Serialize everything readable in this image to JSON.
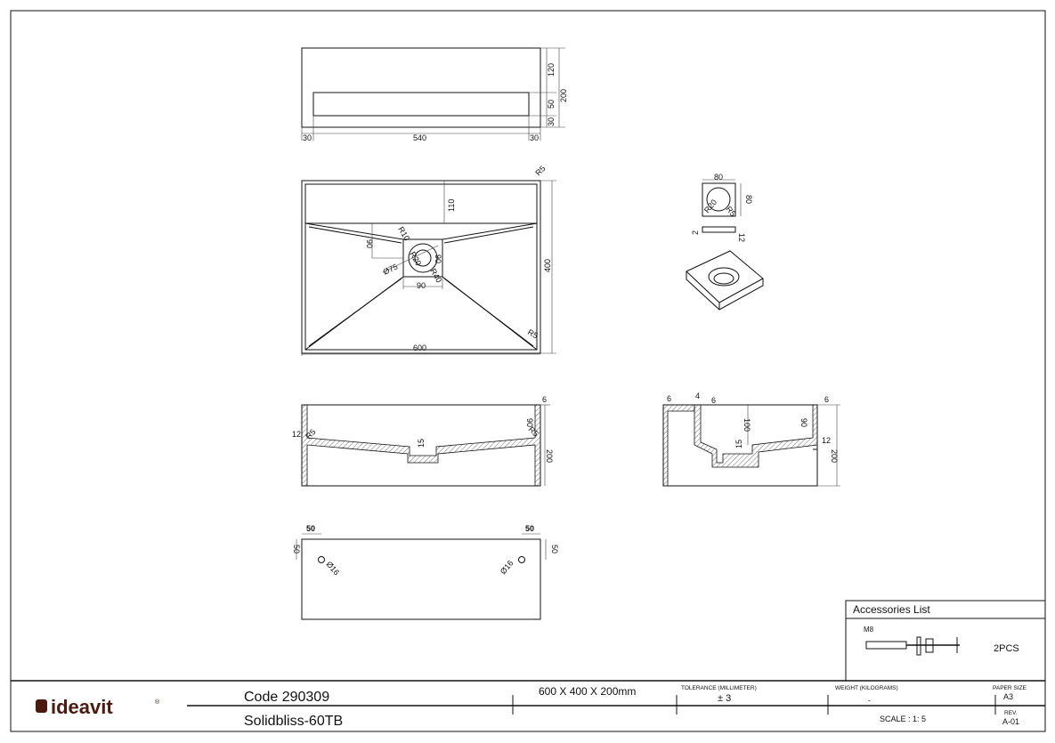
{
  "title_block": {
    "logo": "ideavit",
    "code": "Code 290309",
    "model": "Solidbliss-60TB",
    "dimensions": "600 X 400 X 200mm",
    "tolerance_label": "TOLERANCE (MILLIMETER)",
    "tolerance_value": "± 3",
    "weight_label": "WEIGHT (KILOGRAMS)",
    "weight_value": "-",
    "scale": "SCALE : 1: 5",
    "paper_size_label": "PAPER SIZE",
    "paper_size_value": "A3",
    "rev_label": "REV.",
    "rev_value": "A-01"
  },
  "accessories": {
    "title": "Accessories List",
    "item_name": "M8",
    "item_qty": "2PCS"
  },
  "views": {
    "front": {
      "d30a": "30",
      "d540": "540",
      "d30b": "30",
      "d120": "120",
      "d50": "50",
      "d30c": "30",
      "d200": "200"
    },
    "plan": {
      "r5a": "R5",
      "d110": "110",
      "r10": "R10",
      "d90v": "90",
      "d75": "Ø75",
      "d90r": "90",
      "d90b": "90",
      "d400": "400",
      "d600": "600",
      "r5b": "R5",
      "r20": "R20",
      "r40": "R40"
    },
    "cap": {
      "d80a": "80",
      "d80b": "80",
      "r20": "R20",
      "r5": "R5",
      "d2": "2",
      "d12": "12"
    },
    "section_a": {
      "d6": "6",
      "d12": "12",
      "r5": "R5",
      "d15": "15",
      "d90": "90",
      "r5b": "R5",
      "d200": "200"
    },
    "section_b": {
      "d6a": "6",
      "d4": "4",
      "d6b": "6",
      "d100": "100",
      "d15": "15",
      "d90": "90",
      "d6c": "6",
      "d12": "12",
      "d200": "200"
    },
    "back": {
      "d50a": "50",
      "d50b": "50",
      "d50c": "50",
      "d50d": "50",
      "h16a": "Ø16",
      "h16b": "Ø16"
    }
  }
}
